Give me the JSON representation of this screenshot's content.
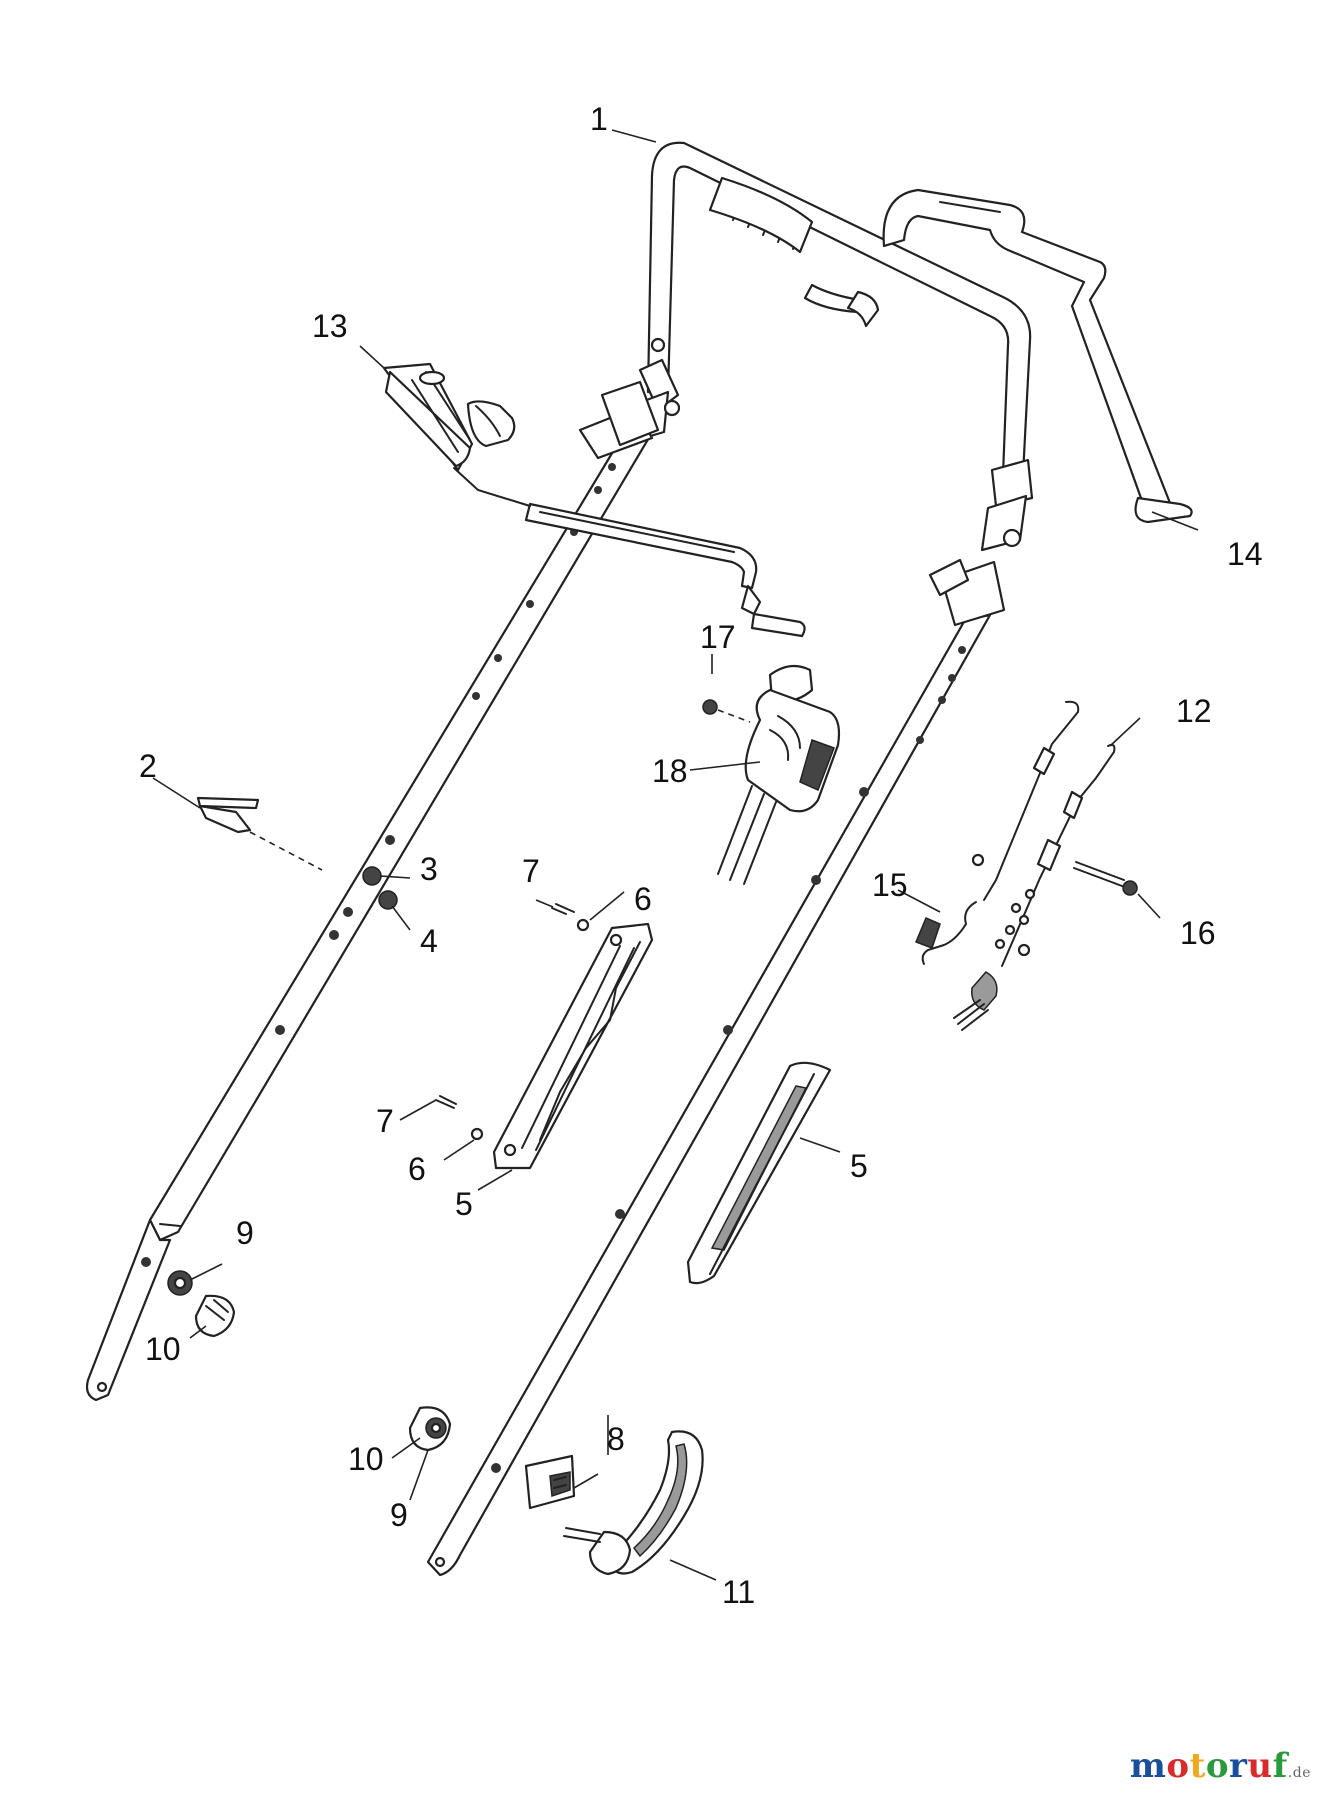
{
  "labels": {
    "l1": "1",
    "l2": "2",
    "l3": "3",
    "l4": "4",
    "l5a": "5",
    "l5b": "5",
    "l6a": "6",
    "l6b": "6",
    "l7a": "7",
    "l7b": "7",
    "l8": "8",
    "l9a": "9",
    "l9b": "9",
    "l10a": "10",
    "l10b": "10",
    "l11": "11",
    "l12": "12",
    "l13": "13",
    "l14": "14",
    "l15": "15",
    "l16": "16",
    "l17": "17",
    "l18": "18"
  },
  "watermark": {
    "c1": "m",
    "c2": "o",
    "c3": "t",
    "c4": "o",
    "c5": "r",
    "c6": "u",
    "c7": "f",
    "suffix": ".de",
    "colors": [
      "#1a4f9c",
      "#d92b2b",
      "#f1a81e",
      "#2a9a3c",
      "#1a4f9c",
      "#d92b2b",
      "#2a9a3c"
    ]
  }
}
